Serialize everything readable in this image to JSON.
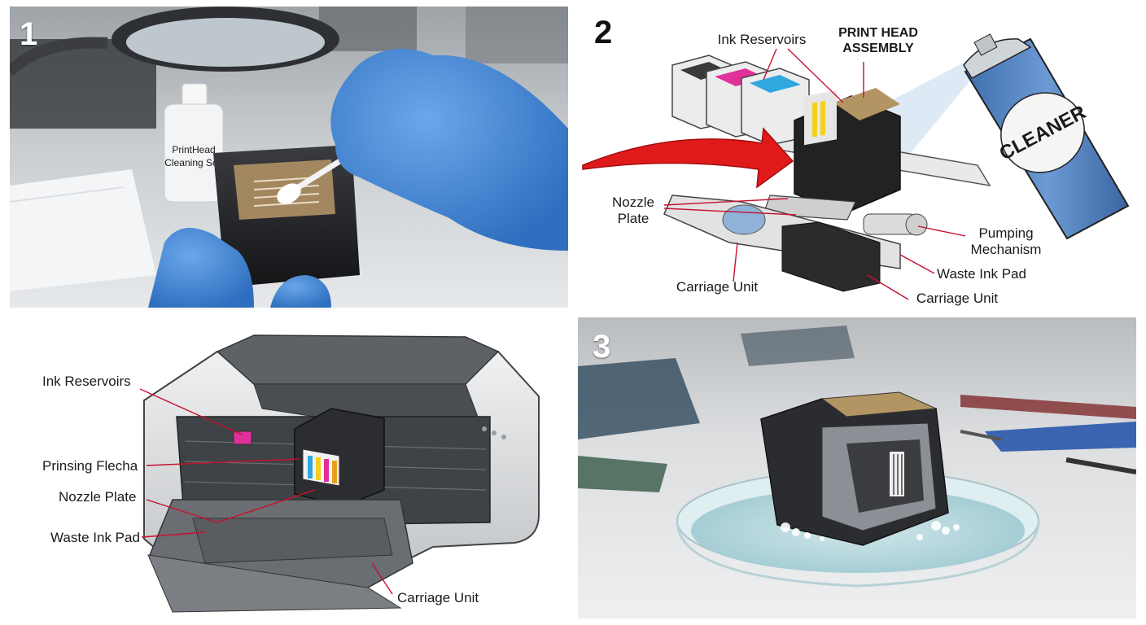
{
  "panel1": {
    "number": "1",
    "bottle_label_line1": "PrintHead",
    "bottle_label_line2": "Cleaning Sol."
  },
  "panel2": {
    "number": "2",
    "labels": {
      "ink_reservoirs": "Ink Reservoirs",
      "print_head_line1": "PRINT HEAD",
      "print_head_line2": "ASSEMBLY",
      "cleaner": "CLEANER",
      "nozzle_line1": "Nozzle",
      "nozzle_line2": "Plate",
      "pumping_line1": "Pumping",
      "pumping_line2": "Mechanism",
      "waste_ink_pad": "Waste Ink Pad",
      "carriage_unit_left": "Carriage Unit",
      "carriage_unit_right": "Carriage Unit"
    }
  },
  "panel4": {
    "labels": {
      "ink_reservoirs": "Ink Reservoirs",
      "prinsing_flecha": "Prinsing Flecha",
      "nozzle_plate": "Nozzle Plate",
      "waste_ink_pad": "Waste Ink Pad",
      "carriage_unit": "Carriage Unit"
    }
  },
  "panel3": {
    "number": "3"
  },
  "colors": {
    "glove_blue": "#3f86d6",
    "leader_red": "#c8102e",
    "arrow_red": "#e01a1a",
    "ink_black": "#3a3a3a",
    "ink_magenta": "#e0309a",
    "ink_cyan": "#2fa8e0",
    "ink_yellow": "#f2d11c",
    "cleaner_can_blue": "#4b7fc1"
  }
}
